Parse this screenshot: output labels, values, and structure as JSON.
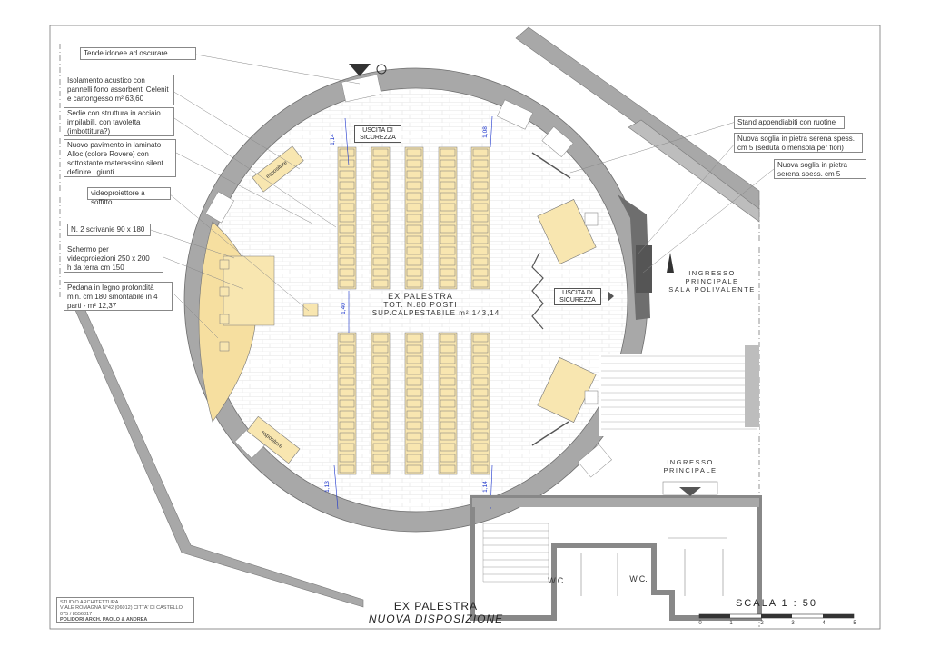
{
  "annotations": {
    "tende": "Tende idonee ad oscurare",
    "isolamento": "Isolamento acustico con\npannelli fono assorbenti Celenit\ne cartongesso m² 63,60",
    "sedie": "Sedie con struttura in acciaio\nimpilabili, con tavoletta\n(imbottitura?)",
    "pavimento": "Nuovo pavimento in laminato\nAlloc (colore Rovere) con\nsottostante materassino silent.\ndefinire i giunti",
    "videoproiettore": "videoproiettore a soffitto",
    "scrivanie": "N. 2 scrivanie 90 x 180",
    "schermo": "Schermo per\nvideoproiezioni 250 x 200\nh da terra cm 150",
    "pedana": "Pedana in legno profondità\nmin. cm 180 smontabile in 4\nparti - m² 12,37",
    "stand": "Stand appendiabiti con ruotine",
    "soglia_spess": "Nuova soglia in pietra serena spess.\ncm 5 (seduta o mensola per fiori)",
    "soglia": "Nuova soglia in pietra\nserena spess. cm 5"
  },
  "labels": {
    "uscita_top": "USCITA DI\nSICUREZZA",
    "uscita_right": "USCITA DI\nSICUREZZA",
    "room_name": "EX PALESTRA",
    "room_seats": "TOT. N.80 POSTI",
    "room_area": "SUP.CALPESTABILE  m² 143,14",
    "ingresso_polivalente": "INGRESSO\nPRINCIPALE\nSALA  POLIVALENTE",
    "ingresso_principale": "INGRESSO\nPRINCIPALE",
    "wc1": "W.C.",
    "wc2": "W.C.",
    "espositore1": "espositore",
    "espositore2": "espositore"
  },
  "dimensions": {
    "d1": "1,14",
    "d2": "1,08",
    "d3": "1,40",
    "d4": "1,13",
    "d5": "1,14"
  },
  "title": {
    "main": "EX PALESTRA",
    "sub": "NUOVA DISPOSIZIONE"
  },
  "scale": {
    "label": "SCALA   1 : 50",
    "ticks": [
      "0",
      "1",
      "2",
      "3",
      "4",
      "5"
    ]
  },
  "studio": {
    "line1": "STUDIO   ARCHITETTURA",
    "line2": "VIALE ROMAGNA N°42  (06012)  CITTA' DI CASTELLO",
    "line3": "075 / 8556817",
    "line4": "POLIDORI ARCH. PAOLO & ANDREA"
  },
  "colors": {
    "wall": "#a8a8a8",
    "wall_dark": "#6e6e6e",
    "furniture": "#f8e6b0",
    "stage": "#f6dfa0",
    "dimension": "#1a33cc"
  }
}
